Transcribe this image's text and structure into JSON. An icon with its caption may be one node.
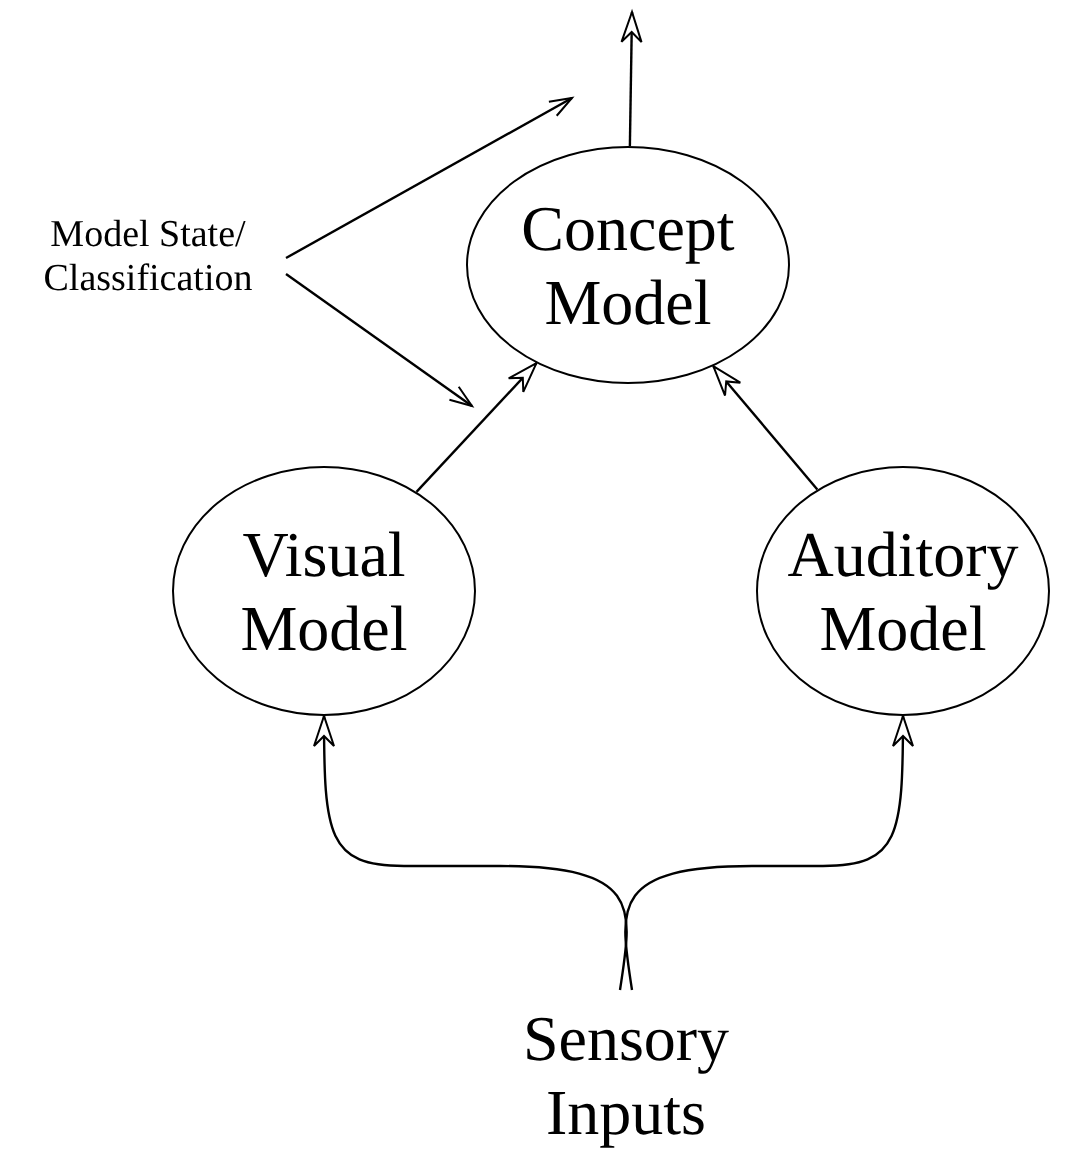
{
  "diagram": {
    "nodes": [
      {
        "text": [
          "Concept Model"
        ]
      },
      {
        "text": [
          "Visual Model"
        ]
      },
      {
        "text": [
          "Auditory Model"
        ]
      },
      {
        "text": [
          "Sensory Inputs"
        ]
      },
      {
        "text": [
          "Model State/ Classification"
        ]
      }
    ],
    "edges": [
      {
        "from": 1,
        "to": 0,
        "arrow": "to"
      },
      {
        "from": 2,
        "to": 0,
        "arrow": "to"
      },
      {
        "from": 3,
        "to": 1,
        "arrow": "to"
      },
      {
        "from": 3,
        "to": 2,
        "arrow": "to"
      },
      {
        "from": 0,
        "to": null,
        "arrow": "to"
      },
      {
        "from": 4,
        "to": null,
        "arrow": "to"
      },
      {
        "from": 4,
        "to": null,
        "arrow": "to"
      }
    ]
  }
}
